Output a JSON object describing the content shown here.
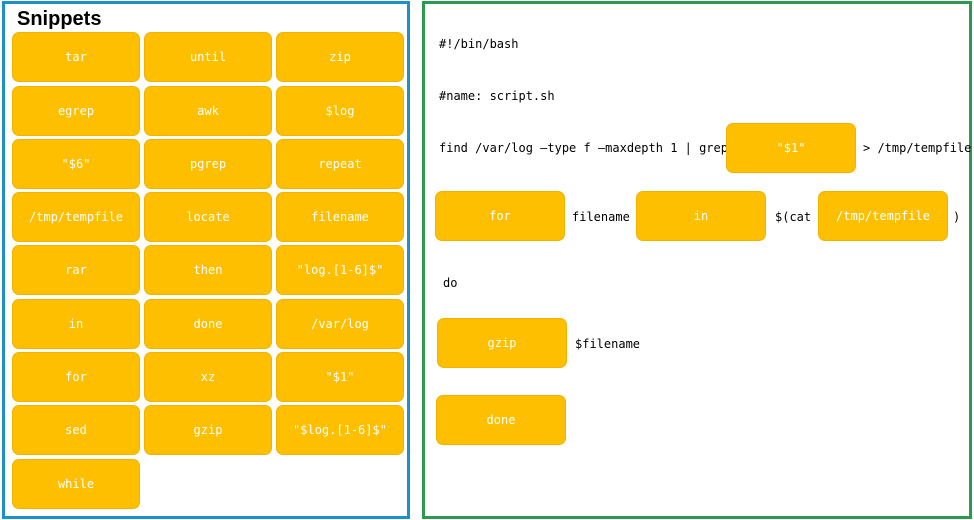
{
  "snippets_panel": {
    "title": "Snippets",
    "items": [
      "tar",
      "until",
      "zip",
      "egrep",
      "awk",
      "$log",
      "\"$6\"",
      "pgrep",
      "repeat",
      "/tmp/tempfile",
      "locate",
      "filename",
      "rar",
      "then",
      "\"log.[1-6]$\"",
      "in",
      "done",
      "/var/log",
      "for",
      "xz",
      "\"$1\"",
      "sed",
      "gzip",
      "\"$log.[1-6]$\"",
      "while"
    ]
  },
  "workspace": {
    "line_shebang": "#!/bin/bash",
    "line_name": "#name: script.sh",
    "line_find": "find /var/log –type f –maxdepth 1 | grep",
    "slot_grep_arg": "\"$1\"",
    "line_find_tail": "> /tmp/tempfile",
    "slot_loop": "for",
    "word_filename": "filename",
    "slot_in": "in",
    "word_cat": "$(cat",
    "slot_cat_arg": "/tmp/tempfile",
    "word_close_paren": ")",
    "line_do": "do",
    "slot_compress": "gzip",
    "word_var": "$filename",
    "slot_done": "done"
  },
  "colors": {
    "tile_fill": "#fdbf00",
    "tile_text": "#ffffff",
    "snippets_border": "#1f8fc9",
    "workspace_border": "#2e9a50"
  }
}
